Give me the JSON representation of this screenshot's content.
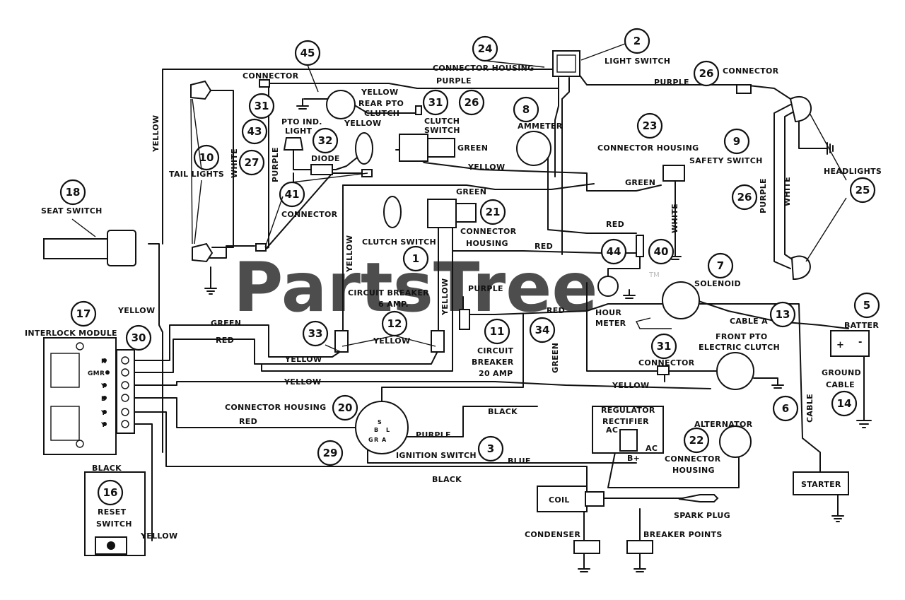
{
  "watermark": {
    "text": "PartsTree",
    "tm": "TM"
  },
  "callouts": [
    {
      "id": "c1",
      "num": "1"
    },
    {
      "id": "c2",
      "num": "2"
    },
    {
      "id": "c3",
      "num": "3"
    },
    {
      "id": "c5",
      "num": "5"
    },
    {
      "id": "c6",
      "num": "6"
    },
    {
      "id": "c7",
      "num": "7"
    },
    {
      "id": "c8",
      "num": "8"
    },
    {
      "id": "c9",
      "num": "9"
    },
    {
      "id": "c10",
      "num": "10"
    },
    {
      "id": "c11",
      "num": "11"
    },
    {
      "id": "c12",
      "num": "12"
    },
    {
      "id": "c13",
      "num": "13"
    },
    {
      "id": "c14",
      "num": "14"
    },
    {
      "id": "c16",
      "num": "16"
    },
    {
      "id": "c17",
      "num": "17"
    },
    {
      "id": "c18",
      "num": "18"
    },
    {
      "id": "c20",
      "num": "20"
    },
    {
      "id": "c21",
      "num": "21"
    },
    {
      "id": "c22",
      "num": "22"
    },
    {
      "id": "c23",
      "num": "23"
    },
    {
      "id": "c24",
      "num": "24"
    },
    {
      "id": "c25",
      "num": "25"
    },
    {
      "id": "c26a",
      "num": "26"
    },
    {
      "id": "c26b",
      "num": "26"
    },
    {
      "id": "c26c",
      "num": "26"
    },
    {
      "id": "c27",
      "num": "27"
    },
    {
      "id": "c29",
      "num": "29"
    },
    {
      "id": "c30",
      "num": "30"
    },
    {
      "id": "c31a",
      "num": "31"
    },
    {
      "id": "c31b",
      "num": "31"
    },
    {
      "id": "c31c",
      "num": "31"
    },
    {
      "id": "c32",
      "num": "32"
    },
    {
      "id": "c33",
      "num": "33"
    },
    {
      "id": "c34",
      "num": "34"
    },
    {
      "id": "c40",
      "num": "40"
    },
    {
      "id": "c41",
      "num": "41"
    },
    {
      "id": "c43",
      "num": "43"
    },
    {
      "id": "c44",
      "num": "44"
    },
    {
      "id": "c45",
      "num": "45"
    }
  ],
  "labels": {
    "connector_housing_top": "CONNECTOR HOUSING",
    "light_switch": "LIGHT SWITCH",
    "connector_top_left": "CONNECTOR",
    "connector_top_right": "CONNECTOR",
    "purple_top": "PURPLE",
    "purple_right": "PURPLE",
    "yellow_rear": "YELLOW",
    "rear_pto_clutch_1": "REAR PTO",
    "rear_pto_clutch_2": "CLUTCH",
    "clutch_switch_top_1": "CLUTCH",
    "clutch_switch_top_2": "SWITCH",
    "ammeter": "AMMETER",
    "pto_ind_light_1": "PTO IND.",
    "pto_ind_light_2": "LIGHT",
    "yellow_mid": "YELLOW",
    "diode": "DIODE",
    "green_1": "GREEN",
    "yellow_2": "YELLOW",
    "green_2": "GREEN",
    "connector_housing_safety": "CONNECTOR HOUSING",
    "safety_switch": "SAFETY SWITCH",
    "green_safety": "GREEN",
    "headlights": "HEADLIGHTS",
    "yellow_left_vert": "YELLOW",
    "tail_lights": "TAIL LIGHTS",
    "white_tail": "WHITE",
    "purple_tail": "PURPLE",
    "seat_switch": "SEAT SWITCH",
    "connector_41": "CONNECTOR",
    "clutch_switch_lower": "CLUTCH SWITCH",
    "connector_housing_21_1": "CONNECTOR",
    "connector_housing_21_2": "HOUSING",
    "yellow_vert_1": "YELLOW",
    "yellow_vert_2": "YELLOW",
    "white_safety": "WHITE",
    "red_1": "RED",
    "red_2": "RED",
    "solenoid": "SOLENOID",
    "purple_head_vert": "PURPLE",
    "white_head_vert": "WHITE",
    "circuit_breaker_6_1": "CIRCUIT BREAKER",
    "circuit_breaker_6_2": "6 AMP.",
    "purple_cb": "PURPLE",
    "red_3": "RED",
    "hour_meter_1": "HOUR",
    "hour_meter_2": "METER",
    "cable_a": "CABLE A",
    "battery": "BATTER",
    "yellow_interlock": "YELLOW",
    "interlock_module": "INTERLOCK MODULE",
    "green_3": "GREEN",
    "red_4": "RED",
    "yellow_3": "YELLOW",
    "yellow_4": "YELLOW",
    "circuit_breaker_20_1": "CIRCUIT",
    "circuit_breaker_20_2": "BREAKER",
    "circuit_breaker_20_3": "20 AMP",
    "green_vert": "GREEN",
    "front_pto_1": "FRONT PTO",
    "front_pto_2": "ELECTRIC CLUTCH",
    "connector_31": "CONNECTOR",
    "yellow_5": "YELLOW",
    "yellow_6": "YELLOW",
    "ground_cable_1": "GROUND",
    "ground_cable_2": "CABLE",
    "cable_vert": "CABLE",
    "connector_housing_20": "CONNECTOR HOUSING",
    "black_1": "BLACK",
    "red_5": "RED",
    "regulator_1": "REGULATOR",
    "regulator_2": "RECTIFIER",
    "alternator": "ALTERNATOR",
    "purple_ign": "PURPLE",
    "ignition_switch": "IGNITION SWITCH",
    "blue": "BLUE",
    "connector_housing_22_1": "CONNECTOR",
    "connector_housing_22_2": "HOUSING",
    "black_2": "BLACK",
    "black_3": "BLACK",
    "reset_switch_1": "RESET",
    "reset_switch_2": "SWITCH",
    "yellow_reset": "YELLOW",
    "coil": "COIL",
    "spark_plug": "SPARK PLUG",
    "starter": "STARTER",
    "condenser": "CONDENSER",
    "breaker_points": "BREAKER POINTS",
    "ac_1": "AC",
    "ac_2": "AC",
    "b_plus": "B+",
    "term_r": "R",
    "term_gmr": "GMR",
    "term_y1": "Y",
    "term_b": "B",
    "term_y2": "Y",
    "term_y3": "Y",
    "ign_s": "S",
    "ign_b": "B",
    "ign_l": "L",
    "ign_g": "G",
    "ign_r": "R",
    "ign_a": "A",
    "bat_plus": "+",
    "bat_minus": "-"
  }
}
